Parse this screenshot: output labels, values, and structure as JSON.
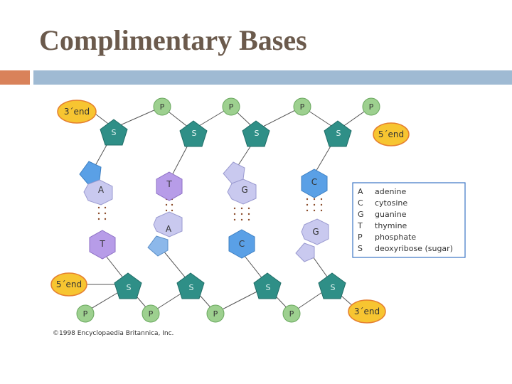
{
  "slide": {
    "title": "Complimentary Bases"
  },
  "diagram": {
    "top_strand": {
      "end_left": "3´end",
      "end_right": "5´end",
      "phosphates": [
        "P",
        "P",
        "P",
        "P"
      ],
      "sugars": [
        "S",
        "S",
        "S",
        "S"
      ],
      "bases": [
        "A",
        "T",
        "G",
        "C"
      ]
    },
    "bottom_strand": {
      "end_left": "5´end",
      "end_right": "3´end",
      "phosphates": [
        "P",
        "P",
        "P",
        "P"
      ],
      "sugars": [
        "S",
        "S",
        "S",
        "S"
      ],
      "bases": [
        "T",
        "A",
        "C",
        "G"
      ]
    },
    "legend": [
      {
        "abbr": "A",
        "name": "adenine"
      },
      {
        "abbr": "C",
        "name": "cytosine"
      },
      {
        "abbr": "G",
        "name": "guanine"
      },
      {
        "abbr": "T",
        "name": "thymine"
      },
      {
        "abbr": "P",
        "name": "phosphate"
      },
      {
        "abbr": "S",
        "name": "deoxyribose (sugar)"
      }
    ],
    "copyright": "©1998 Encyclopaedia Britannica, Inc.",
    "colors": {
      "phosphate": "#9dd08f",
      "sugar": "#2f8f87",
      "purine_light": "#c9c9ef",
      "purple_base": "#b79ce8",
      "blue_base": "#5aa0e6",
      "light_blue_base": "#8cb8ea",
      "end_marker": "#f7c531",
      "end_marker_stroke": "#e57f2f",
      "legend_border": "#3b74c4"
    }
  }
}
